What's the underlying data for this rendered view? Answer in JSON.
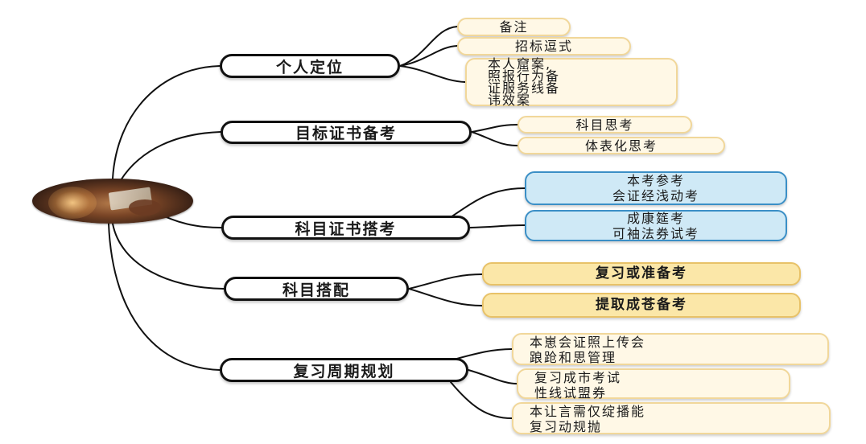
{
  "diagram": {
    "type": "mind-map",
    "center_image": "person-studying-photo",
    "line_color": "#111111",
    "branches": [
      {
        "label": "个人定位",
        "children": [
          {
            "lines": [
              "备注"
            ],
            "style": "cream"
          },
          {
            "lines": [
              "招标逗式"
            ],
            "style": "cream"
          },
          {
            "lines": [
              "本人窟案,",
              "照报行为备",
              "证服务线备",
              "讳效案"
            ],
            "style": "cream"
          }
        ]
      },
      {
        "label": "目标证书备考",
        "children": [
          {
            "lines": [
              "科目思考"
            ],
            "style": "cream"
          },
          {
            "lines": [
              "体表化思考"
            ],
            "style": "cream"
          }
        ]
      },
      {
        "label": "科目证书搭考",
        "children": [
          {
            "lines": [
              "本考参考",
              "会证经浅动考"
            ],
            "style": "blue"
          },
          {
            "lines": [
              "成康筵考",
              "可袖法券试考"
            ],
            "style": "blue"
          }
        ]
      },
      {
        "label": "科目搭配",
        "children": [
          {
            "lines": [
              "复习或准备考"
            ],
            "style": "gold"
          },
          {
            "lines": [
              "提取成苍备考"
            ],
            "style": "gold"
          }
        ]
      },
      {
        "label": "复习周期规划",
        "children": [
          {
            "lines": [
              "本崽会证照上传会",
              "踉跄和思管理"
            ],
            "style": "cream"
          },
          {
            "lines": [
              "复习成市考试",
              "性线试盟券"
            ],
            "style": "cream"
          },
          {
            "lines": [
              "本让言需仅绽播能",
              "复习动规抛"
            ],
            "style": "cream"
          }
        ]
      }
    ]
  }
}
